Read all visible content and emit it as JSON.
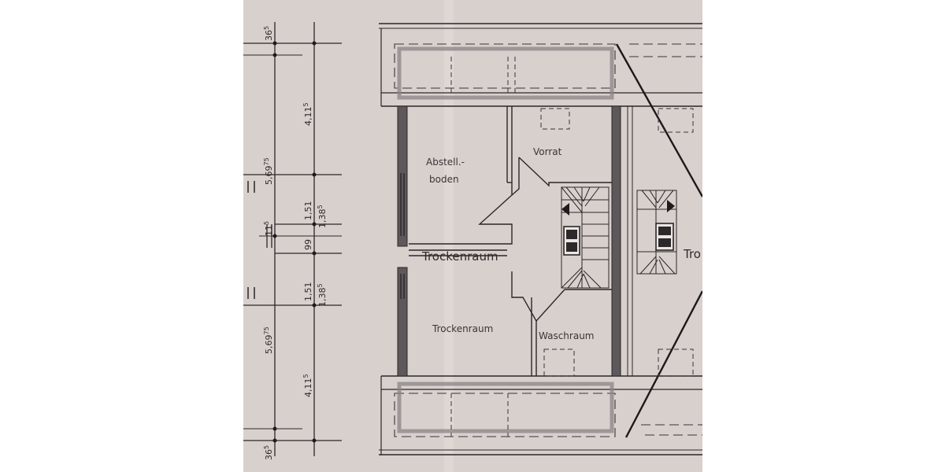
{
  "plan": {
    "rooms": {
      "abstell_line1": "Abstell.-",
      "abstell_line2": "boden",
      "vorrat": "Vorrat",
      "trocken_center": "Trockenraum",
      "trocken_lower": "Trockenraum",
      "waschraum": "Waschraum",
      "trocken_right_partial": "Tro"
    },
    "dimensions": {
      "top_wall": "36",
      "top_wall_sup": "5",
      "top_to_mid": "4,11",
      "top_to_mid_sup": "5",
      "left_top_span": "5,69",
      "left_top_span_sup": "75",
      "upper_stair_a": "1,51",
      "upper_stair_b": "1,38",
      "upper_stair_b_sup": "5",
      "small_left": "11",
      "small_left_sup": "5",
      "middle": "99",
      "lower_stair_a": "1,51",
      "lower_stair_b": "1,38",
      "lower_stair_b_sup": "5",
      "left_bottom_span": "5,69",
      "left_bottom_span_sup": "75",
      "mid_to_bottom": "4,11",
      "mid_to_bottom_sup": "5",
      "bottom_wall": "36",
      "bottom_wall_sup": "5"
    }
  }
}
